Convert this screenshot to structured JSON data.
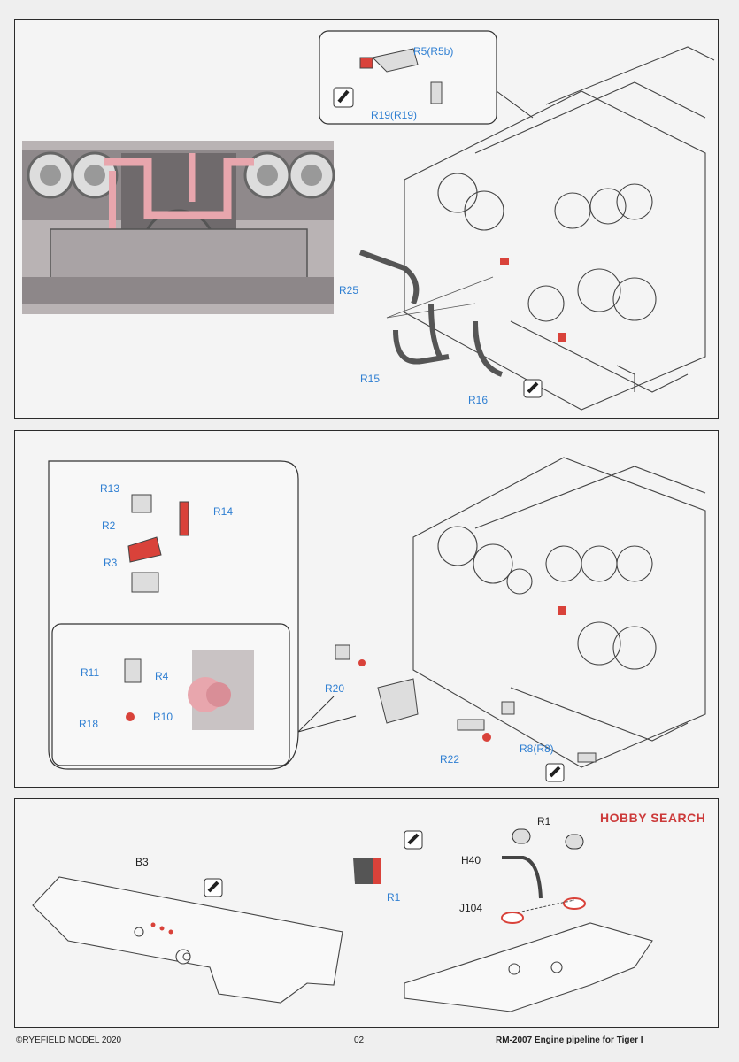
{
  "panel1": {
    "labels": {
      "r5": "R5(R5b)",
      "r19": "R19(R19)",
      "r25": "R25",
      "r15": "R15",
      "r16": "R16"
    }
  },
  "panel2": {
    "labels": {
      "r13": "R13",
      "r2": "R2",
      "r14": "R14",
      "r3": "R3",
      "r11": "R11",
      "r4": "R4",
      "r18": "R18",
      "r10": "R10",
      "r20": "R20",
      "r22": "R22",
      "r8": "R8(R8)"
    }
  },
  "panel3": {
    "labels": {
      "b3": "B3",
      "r1_small": "R1",
      "r1_top": "R1",
      "h40": "H40",
      "j104": "J104"
    },
    "watermark": "HOBBY SEARCH"
  },
  "footer": {
    "copyright": "©RYEFIELD MODEL 2020",
    "page": "02",
    "product": "RM-2007 Engine pipeline for Tiger I"
  },
  "colors": {
    "label_blue": "#2f7fd2",
    "highlight_red": "#d9423a",
    "pink_part": "#e8a6ad"
  }
}
